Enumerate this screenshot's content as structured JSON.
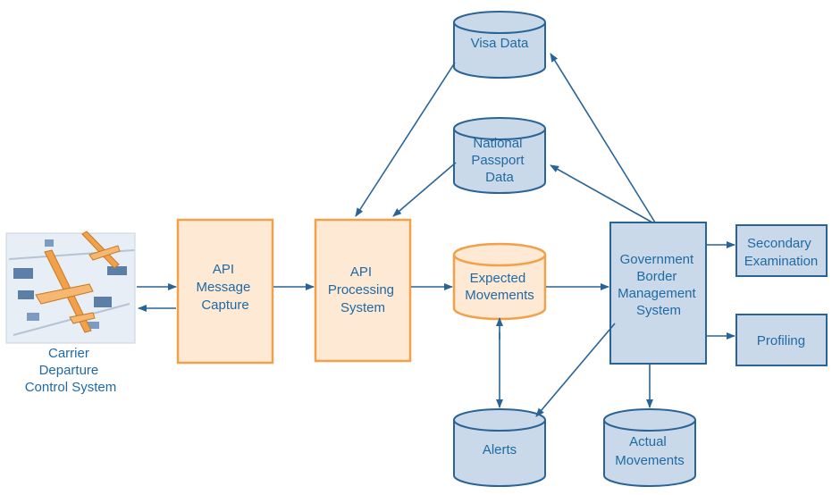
{
  "nodes": {
    "carrier": [
      "Carrier",
      "Departure",
      "Control System"
    ],
    "api_message_capture": [
      "API",
      "Message",
      "Capture"
    ],
    "api_processing": [
      "API",
      "Processing",
      "System"
    ],
    "expected_movements": [
      "Expected",
      "Movements"
    ],
    "visa_data": [
      "Visa Data"
    ],
    "national_passport": [
      "National",
      "Passport",
      "Data"
    ],
    "gbms": [
      "Government",
      "Border",
      "Management",
      "System"
    ],
    "secondary": [
      "Secondary",
      "Examination"
    ],
    "profiling": [
      "Profiling"
    ],
    "alerts": [
      "Alerts"
    ],
    "actual_movements": [
      "Actual",
      "Movements"
    ]
  },
  "colors": {
    "blue_stroke": "#2a6496",
    "blue_fill": "#c9d9e9",
    "orange_stroke": "#f0a14a",
    "orange_fill": "#fde9d4",
    "text": "#1f6aa5"
  }
}
